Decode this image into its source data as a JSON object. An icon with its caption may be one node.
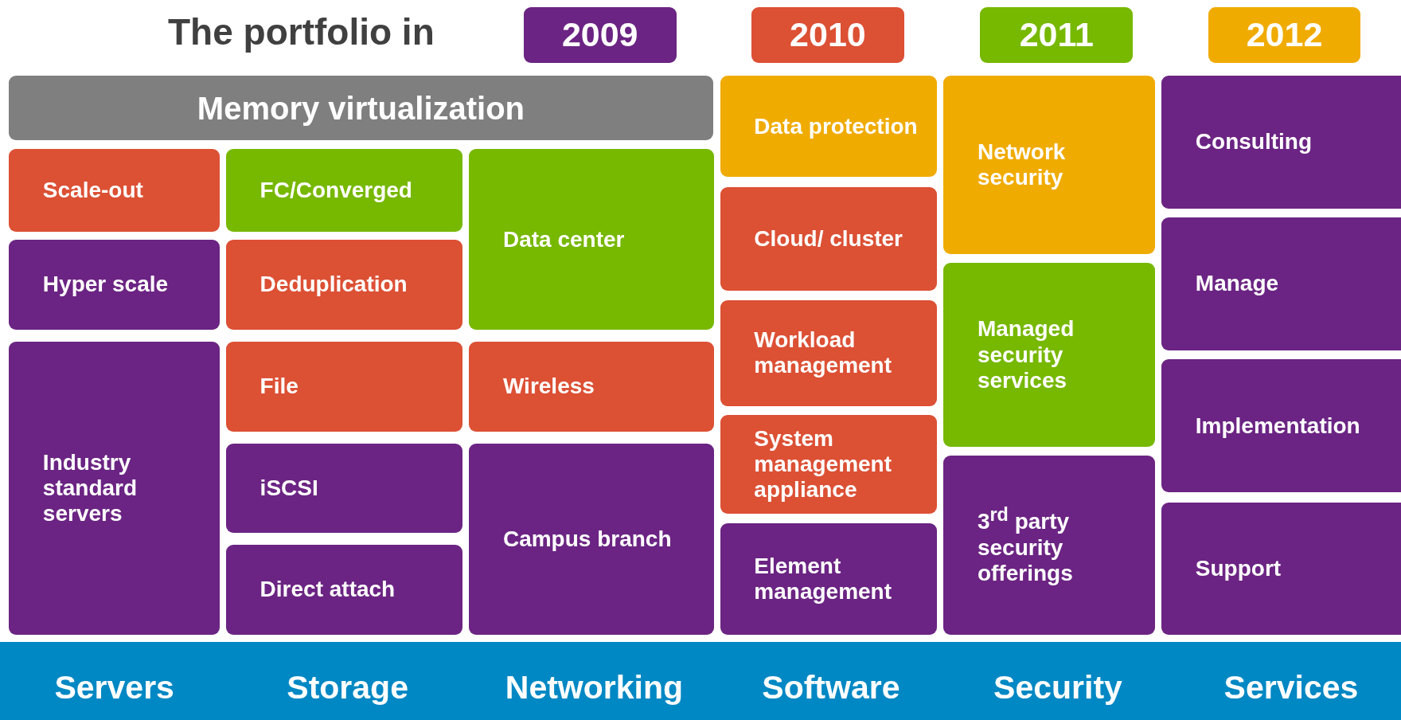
{
  "diagram": {
    "title": "The portfolio in",
    "nodes": [
      {
        "text": [
          "2009"
        ]
      },
      {
        "text": [
          "2010"
        ]
      },
      {
        "text": [
          "2011"
        ]
      },
      {
        "text": [
          "2012"
        ]
      },
      {
        "text": [
          "Memory virtualization"
        ]
      },
      {
        "text": [
          "Scale-out"
        ]
      },
      {
        "text": [
          "Hyper scale"
        ]
      },
      {
        "text": [
          "Industry standard servers"
        ]
      },
      {
        "text": [
          "FC/Converged"
        ]
      },
      {
        "text": [
          "Deduplication"
        ]
      },
      {
        "text": [
          "File"
        ]
      },
      {
        "text": [
          "iSCSI"
        ]
      },
      {
        "text": [
          "Direct attach"
        ]
      },
      {
        "text": [
          "Data center"
        ]
      },
      {
        "text": [
          "Wireless"
        ]
      },
      {
        "text": [
          "Campus branch"
        ]
      },
      {
        "text": [
          "Data protection"
        ]
      },
      {
        "text": [
          "Cloud/ cluster"
        ]
      },
      {
        "text": [
          "Workload management"
        ]
      },
      {
        "text": [
          "System management appliance"
        ]
      },
      {
        "text": [
          "Element management"
        ]
      },
      {
        "text": [
          "Network security"
        ]
      },
      {
        "text": [
          "Managed security services"
        ]
      },
      {
        "text": [
          "3$^{rd}$ party security offerings"
        ]
      },
      {
        "text": [
          "Consulting"
        ]
      },
      {
        "text": [
          "Manage"
        ]
      },
      {
        "text": [
          "Implementation"
        ]
      },
      {
        "text": [
          "Support"
        ]
      },
      {
        "text": [
          "Servers",
          "Storage",
          "Networking",
          "Software",
          "Security",
          "Services"
        ]
      }
    ]
  }
}
